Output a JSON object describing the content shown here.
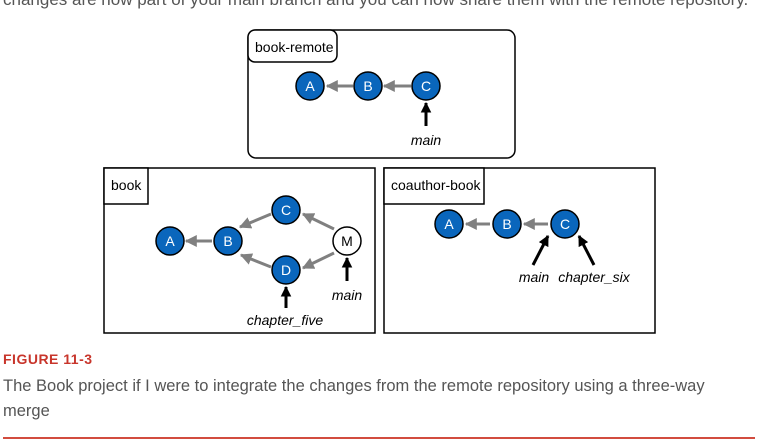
{
  "top_text": "changes are now part of your main branch and you can now share them with the remote repository.",
  "diagram": {
    "panels": {
      "remote": {
        "title": "book-remote"
      },
      "local": {
        "title": "book"
      },
      "coauthor": {
        "title": "coauthor-book"
      }
    },
    "remote_commits": [
      "A",
      "B",
      "C"
    ],
    "local_commits": [
      "A",
      "B",
      "C",
      "D",
      "M"
    ],
    "coauthor_commits": [
      "A",
      "B",
      "C"
    ],
    "branch_labels": {
      "remote_main": "main",
      "local_chapter_five": "chapter_five",
      "local_main": "main",
      "coauthor_main": "main",
      "coauthor_chapter_six": "chapter_six"
    },
    "colors": {
      "commit_fill": "#0a66bc",
      "merge_commit_fill": "#ffffff",
      "edge": "#808080",
      "pointer": "#000000",
      "caption_accent": "#c8352b"
    }
  },
  "figure": {
    "label": "FIGURE 11-3",
    "caption": "The Book project if I were to integrate the changes from the remote repository using a three-way merge"
  }
}
